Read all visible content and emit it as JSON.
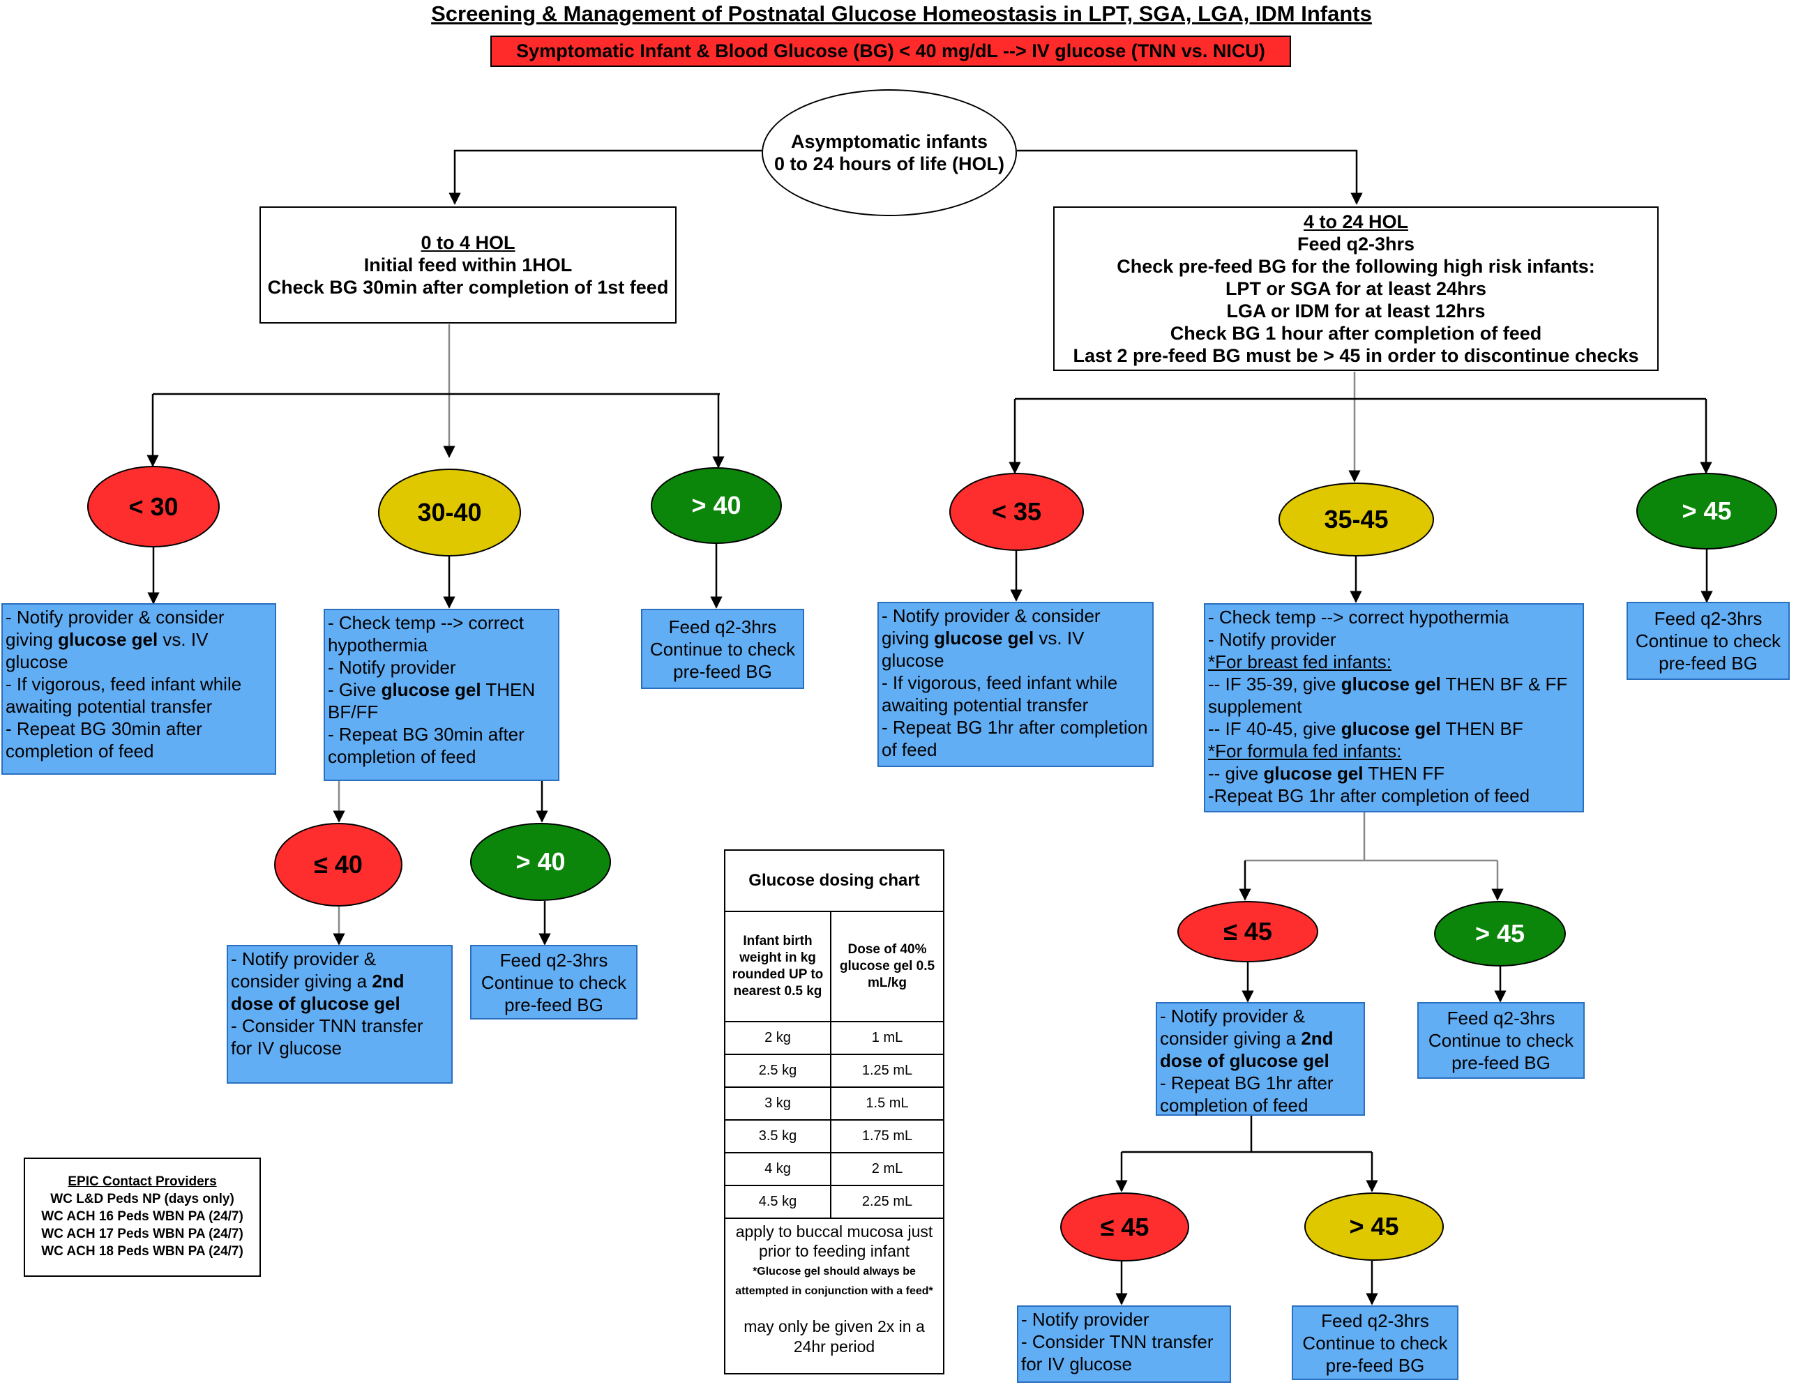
{
  "title": "Screening & Management of Postnatal Glucose Homeostasis in LPT, SGA, LGA, IDM Infants",
  "banner": "Symptomatic Infant & Blood Glucose (BG) < 40 mg/dL --> IV glucose (TNN vs. NICU)",
  "start": {
    "line1": "Asymptomatic infants",
    "line2": "0 to 24 hours of life (HOL)"
  },
  "left_box": {
    "heading": "0 to 4 HOL",
    "lines": [
      "Initial feed within 1HOL",
      "Check BG 30min after completion of 1st feed"
    ]
  },
  "right_box": {
    "heading": "4 to 24 HOL",
    "lines": [
      "Feed q2-3hrs",
      "Check pre-feed BG for the following high risk infants:",
      "LPT or SGA for at least 24hrs",
      "LGA or IDM for at least 12hrs",
      "Check BG 1 hour after completion of feed",
      "Last 2 pre-feed BG must be > 45 in order to discontinue checks"
    ]
  },
  "ovals": {
    "lt30": "< 30",
    "r3040": "30-40",
    "gt40": "> 40",
    "lt35": "< 35",
    "r3545": "35-45",
    "gt45": "> 45",
    "le40": "≤ 40",
    "gt40b": "> 40",
    "le45": "≤ 45",
    "gt45b": "> 45",
    "le45c": "≤ 45",
    "gt45c": "> 45"
  },
  "notes": {
    "lt30": {
      "l1a": "- Notify provider & consider giving ",
      "l1b": "glucose gel",
      "l1c": " vs. IV glucose",
      "l2": "- If vigorous, feed infant while awaiting potential transfer",
      "l3": "- Repeat BG 30min after completion of feed"
    },
    "r3040": {
      "l1": "- Check temp --> correct hypothermia",
      "l2": "- Notify provider",
      "l3a": "- Give ",
      "l3b": "glucose gel",
      "l3c": " THEN BF/FF",
      "l4": "- Repeat BG 30min after completion of feed"
    },
    "gt40": {
      "l1": "Feed q2-3hrs",
      "l2": "Continue to check",
      "l3": "pre-feed BG"
    },
    "lt35": {
      "l1a": "- Notify provider & consider giving ",
      "l1b": "glucose gel",
      "l1c": " vs. IV glucose",
      "l2": "- If vigorous, feed infant while awaiting potential transfer",
      "l3": "- Repeat BG 1hr after completion of feed"
    },
    "r3545": {
      "l1": "- Check temp --> correct hypothermia",
      "l2": "- Notify provider",
      "l3": "*For breast fed infants:",
      "l4a": "-- IF 35-39, give ",
      "l4b": "glucose gel",
      "l4c": " THEN BF & FF supplement",
      "l5a": "-- IF 40-45, give ",
      "l5b": "glucose gel",
      "l5c": " THEN BF",
      "l6": "*For formula fed infants:",
      "l7a": "-- give ",
      "l7b": "glucose gel",
      "l7c": " THEN FF",
      "l8": "-Repeat BG 1hr after completion of feed"
    },
    "gt45": {
      "l1": "Feed q2-3hrs",
      "l2": "Continue to check",
      "l3": "pre-feed BG"
    },
    "le40": {
      "l1a": "- Notify provider & consider giving a ",
      "l1b": "2nd dose of glucose gel",
      "l2": "- Consider TNN transfer for IV glucose"
    },
    "gt40b": {
      "l1": "Feed q2-3hrs",
      "l2": "Continue to check",
      "l3": "pre-feed BG"
    },
    "le45": {
      "l1a": "- Notify provider & consider giving a ",
      "l1b": "2nd dose of glucose gel",
      "l2": "- Repeat BG 1hr after completion of feed"
    },
    "gt45b": {
      "l1": "Feed q2-3hrs",
      "l2": "Continue to check",
      "l3": "pre-feed BG"
    },
    "le45c": {
      "l1": "- Notify provider",
      "l2": "- Consider TNN transfer for IV glucose"
    },
    "gt45c": {
      "l1": "Feed q2-3hrs",
      "l2": "Continue to check",
      "l3": "pre-feed BG"
    }
  },
  "dosing": {
    "title": "Glucose dosing chart",
    "col1": "Infant birth weight in kg rounded UP to nearest 0.5 kg",
    "col2": "Dose of 40% glucose gel 0.5 mL/kg",
    "rows": [
      [
        "2 kg",
        "1 mL"
      ],
      [
        "2.5 kg",
        "1.25 mL"
      ],
      [
        "3 kg",
        "1.5 mL"
      ],
      [
        "3.5 kg",
        "1.75 mL"
      ],
      [
        "4 kg",
        "2 mL"
      ],
      [
        "4.5 kg",
        "2.25 mL"
      ]
    ],
    "foot1": "apply to buccal mucosa just prior to feeding infant",
    "foot2": "*Glucose gel should always be attempted in conjunction with a feed*",
    "foot3": "may only be given 2x in a 24hr period"
  },
  "epic": {
    "title": "EPIC Contact Providers",
    "lines": [
      "WC L&D Peds NP (days only)",
      "WC ACH 16 Peds WBN PA (24/7)",
      "WC ACH 17 Peds WBN PA (24/7)",
      "WC ACH 18 Peds WBN PA (24/7)"
    ]
  }
}
